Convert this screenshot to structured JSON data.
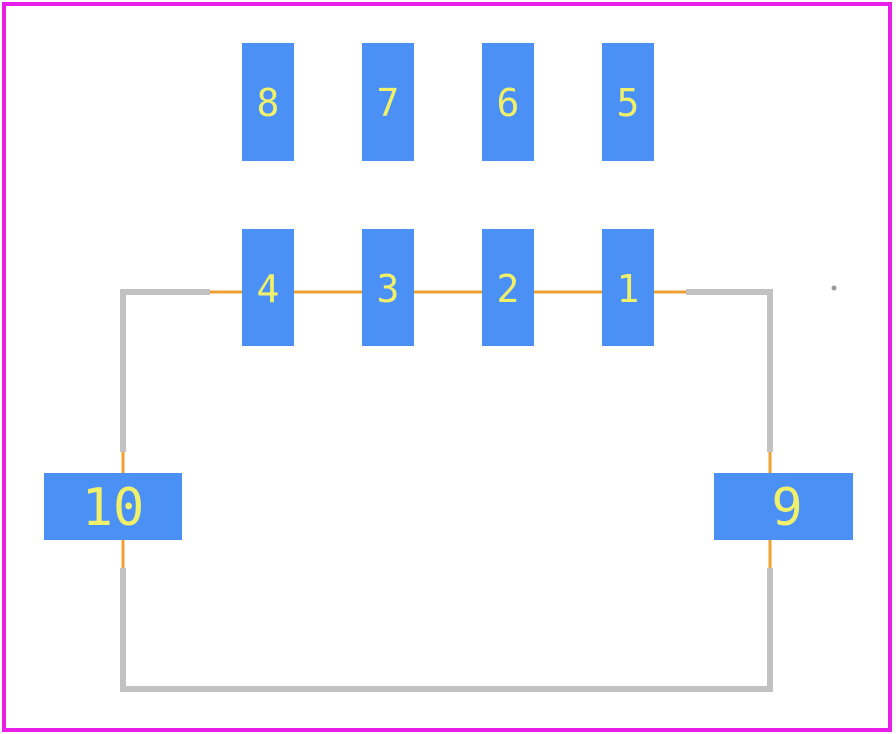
{
  "colors": {
    "background": "#ffffff",
    "courtyard": "#e81fe8",
    "silkscreen": "#c2c2c2",
    "fab_outline": "#f0a030",
    "pad": "#4a90f5",
    "pad_label": "#f0f06a",
    "origin_marker": "#9a9a9a"
  },
  "pads": [
    {
      "id": "pad-8",
      "label": "8"
    },
    {
      "id": "pad-7",
      "label": "7"
    },
    {
      "id": "pad-6",
      "label": "6"
    },
    {
      "id": "pad-5",
      "label": "5"
    },
    {
      "id": "pad-4",
      "label": "4"
    },
    {
      "id": "pad-3",
      "label": "3"
    },
    {
      "id": "pad-2",
      "label": "2"
    },
    {
      "id": "pad-1",
      "label": "1"
    },
    {
      "id": "pad-10",
      "label": "10"
    },
    {
      "id": "pad-9",
      "label": "9"
    }
  ]
}
